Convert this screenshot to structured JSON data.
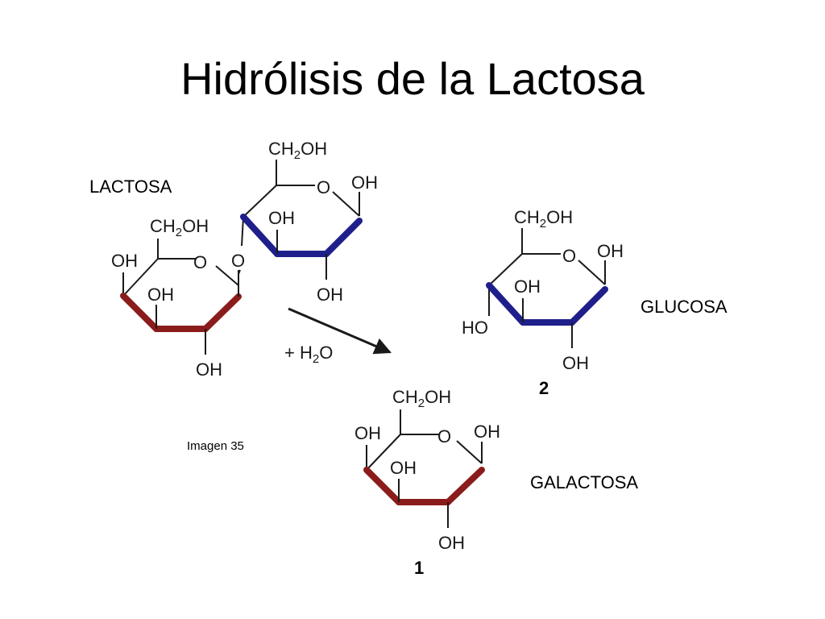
{
  "slide": {
    "title": "Hidrólisis de la Lactosa",
    "caption": "Imagen 35"
  },
  "labels": {
    "lactose": "LACTOSA",
    "glucose": "GLUCOSA",
    "galactose": "GALACTOSA"
  },
  "reaction": {
    "reagent_prefix": "+ H",
    "reagent_sub": "2",
    "reagent_suffix": "O"
  },
  "groups": {
    "ch2": "CH",
    "ch2_sub": "2",
    "ch2_tail": "OH",
    "oh": "OH",
    "ho": "HO",
    "ring_o": "O",
    "bridge_o": "O"
  },
  "compounds": {
    "galactose_number": "1",
    "glucose_number": "2"
  },
  "colors": {
    "galactose_ring": "#8b1c1c",
    "glucose_ring": "#1f1f8c",
    "bonds": "#1a1a1a",
    "arrow": "#1a1a1a"
  }
}
